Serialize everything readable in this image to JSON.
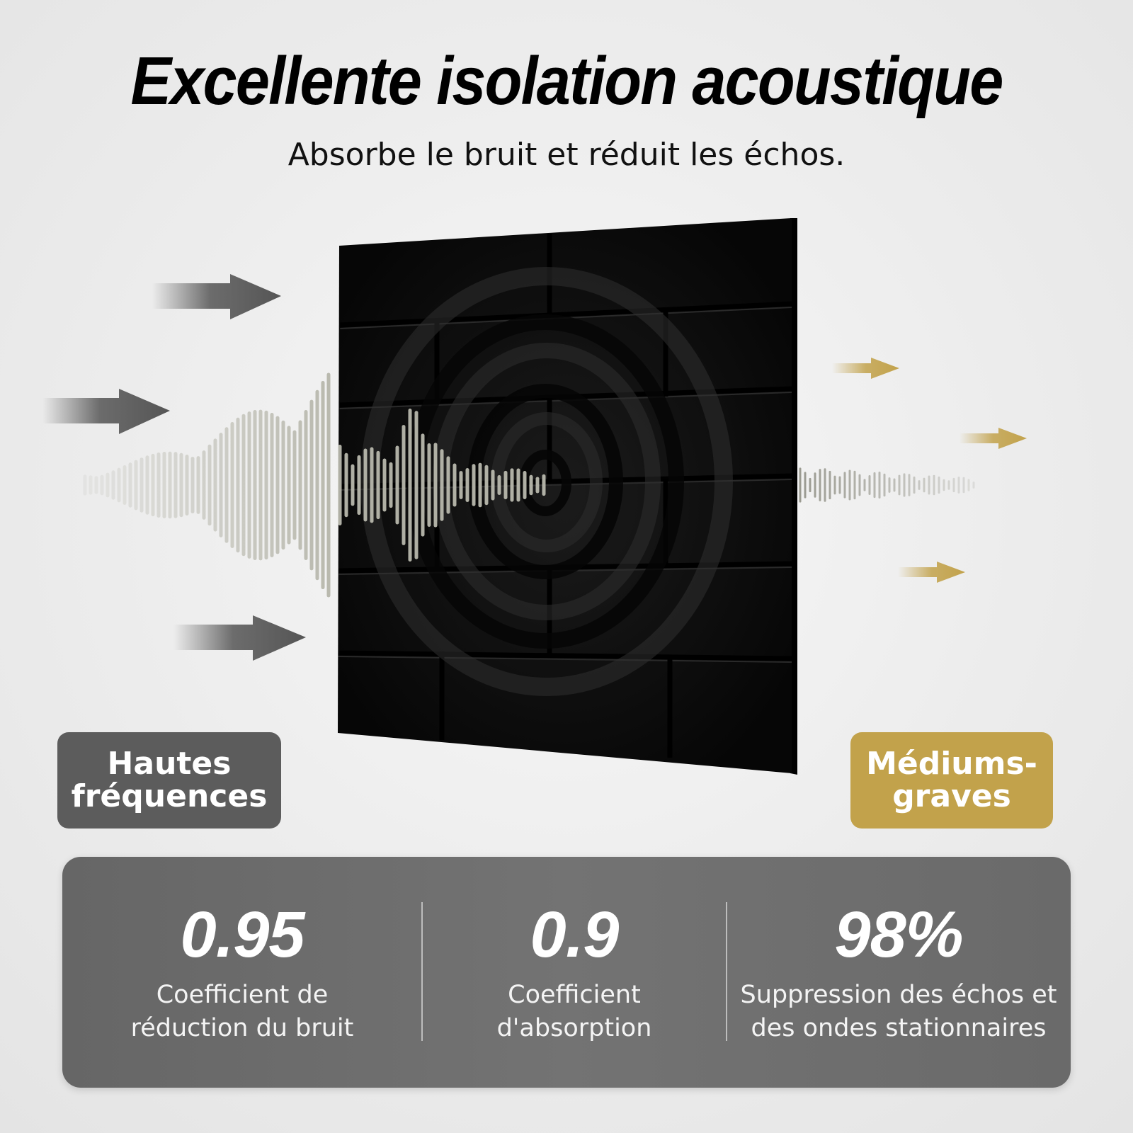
{
  "header": {
    "title": "Excellente isolation acoustique",
    "subtitle": "Absorbe le bruit et réduit les échos."
  },
  "labels": {
    "high": {
      "line1": "Hautes",
      "line2": "fréquences",
      "color": "#5c5c5c"
    },
    "mid": {
      "line1": "Médiums-",
      "line2": "graves",
      "color": "#c2a24b"
    }
  },
  "stats": [
    {
      "value": "0.95",
      "line1": "Coefficient de",
      "line2": "réduction du bruit"
    },
    {
      "value": "0.9",
      "line1": "Coefficient",
      "line2": "d'absorption"
    },
    {
      "value": "98%",
      "line1": "Suppression des échos et",
      "line2": "des ondes stationnaires"
    }
  ],
  "colors": {
    "incoming_arrow": "#555555",
    "outgoing_arrow": "#c2a24b",
    "panel": "#0b0b0b",
    "wave": "#b8b8ad"
  }
}
